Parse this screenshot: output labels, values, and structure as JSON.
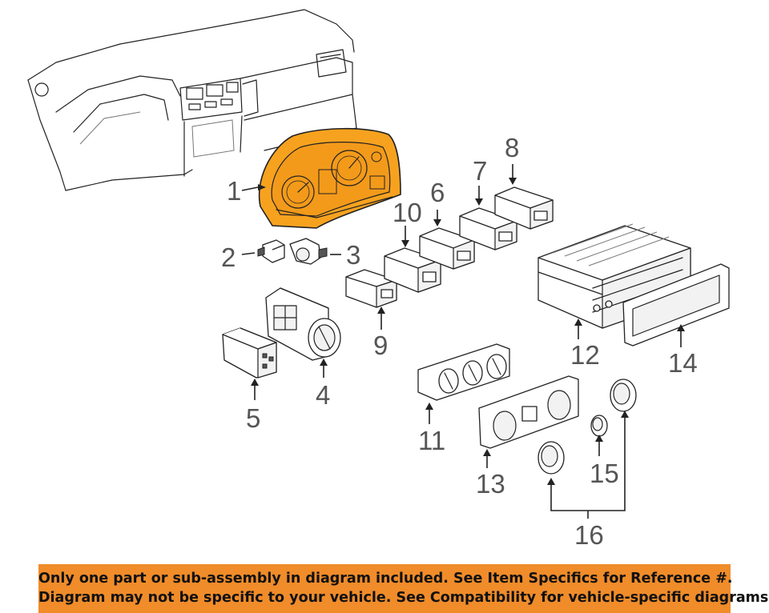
{
  "callouts": {
    "c1": "1",
    "c2": "2",
    "c3": "3",
    "c4": "4",
    "c5": "5",
    "c6": "6",
    "c7": "7",
    "c8": "8",
    "c9": "9",
    "c10": "10",
    "c11": "11",
    "c12": "12",
    "c13": "13",
    "c14": "14",
    "c15": "15",
    "c16": "16"
  },
  "colors": {
    "highlight": "#f7a21f",
    "banner": "#f08c2a",
    "callout_text": "#555555"
  },
  "banner": {
    "line1": "Only one part or sub-assembly in diagram included. See Item Specifics for Reference #.",
    "line2": "Diagram may not be specific to your vehicle. See Compatibility for vehicle-specific diagrams."
  }
}
